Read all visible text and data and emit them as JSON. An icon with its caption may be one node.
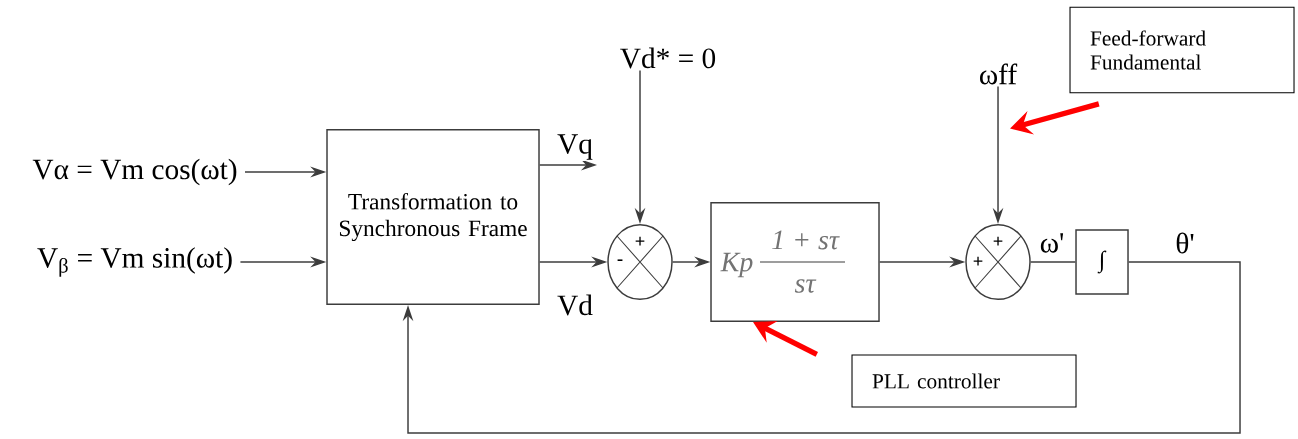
{
  "diagram": {
    "nodes": [
      {
        "text": [
          "Vα = Vm cos(ωt)"
        ]
      },
      {
        "text": [
          "V$_{β}$ = Vm sin(ωt)"
        ]
      },
      {
        "text": [
          "Transformation to Synchronous Frame"
        ]
      },
      {
        "text": [
          "Vd* = 0"
        ]
      },
      {
        "text": [
          "+",
          "-"
        ]
      },
      {
        "text": [
          "Kp",
          "1 + sτ",
          "sτ"
        ]
      },
      {
        "text": [
          "ωff"
        ]
      },
      {
        "text": [
          "+",
          "+"
        ]
      },
      {
        "text": [
          "∫"
        ]
      },
      {
        "text": [
          "Feed-forward Fundamental"
        ]
      },
      {
        "text": [
          "PLL controller"
        ]
      }
    ],
    "edges": [
      {
        "from": 0,
        "to": 2,
        "arrow": "to"
      },
      {
        "from": 1,
        "to": 2,
        "arrow": "to"
      },
      {
        "from": 2,
        "to": null,
        "arrow": "to",
        "label": "Vq"
      },
      {
        "from": 2,
        "to": 4,
        "arrow": "to",
        "label": "Vd"
      },
      {
        "from": 3,
        "to": 4,
        "arrow": "to"
      },
      {
        "from": 4,
        "to": 5,
        "arrow": "to"
      },
      {
        "from": 5,
        "to": 7,
        "arrow": "to"
      },
      {
        "from": 6,
        "to": 7,
        "arrow": "to"
      },
      {
        "from": 7,
        "to": 8,
        "arrow": "none",
        "label": "ω'"
      },
      {
        "from": 8,
        "to": 2,
        "arrow": "to",
        "label": "θ'"
      },
      {
        "from": 9,
        "to": 6,
        "arrow": "to",
        "style": "thick",
        "color": "#ff0000"
      },
      {
        "from": 10,
        "to": 5,
        "arrow": "to",
        "style": "thick",
        "color": "#ff0000"
      }
    ]
  }
}
